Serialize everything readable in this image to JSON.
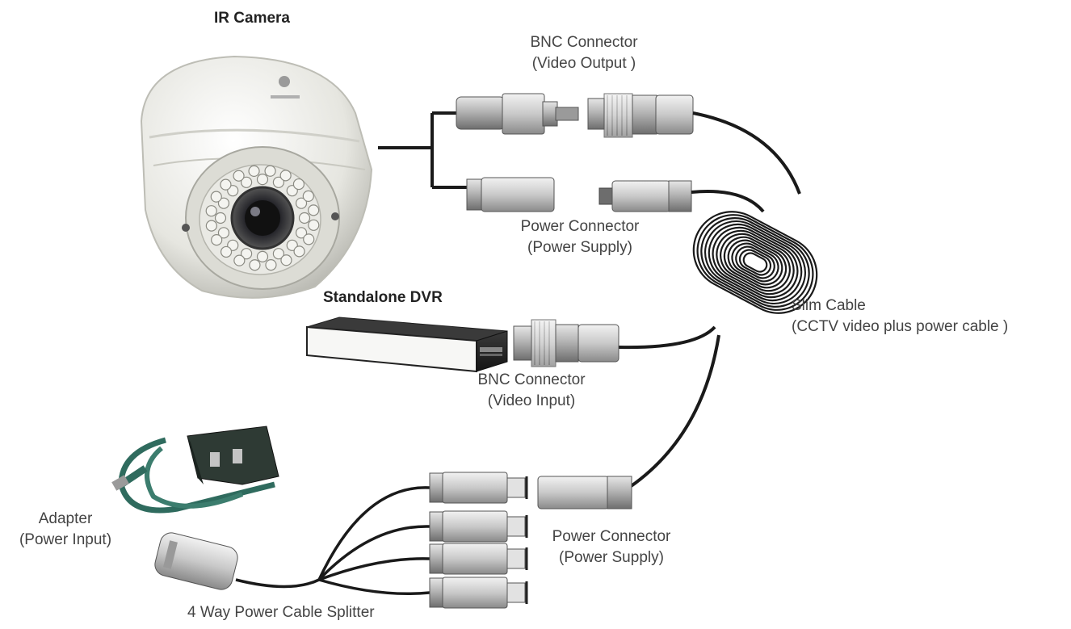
{
  "labels": {
    "ir_camera": "IR Camera",
    "bnc_output_title": "BNC Connector",
    "bnc_output_sub": "(Video Output )",
    "power_connector_top_title": "Power Connector",
    "power_connector_top_sub": "(Power Supply)",
    "standalone_dvr": "Standalone DVR",
    "bnc_input_title": "BNC Connector",
    "bnc_input_sub": "(Video Input)",
    "slim_cable_title": "Slim Cable",
    "slim_cable_sub": "(CCTV  video plus power cable )",
    "adapter_title": "Adapter",
    "adapter_sub": "(Power Input)",
    "power_connector_bottom_title": "Power Connector",
    "power_connector_bottom_sub": "(Power Supply)",
    "splitter": "4 Way Power Cable Splitter"
  },
  "colors": {
    "cable": "#1a1a1a",
    "connector_light": "#c8c8c8",
    "connector_dark": "#7a7a7a",
    "camera_body": "#ebebe6",
    "dvr_body": "#2b2b2b",
    "adapter_body": "#2e3a34",
    "adapter_cable": "#2f6b5e"
  }
}
